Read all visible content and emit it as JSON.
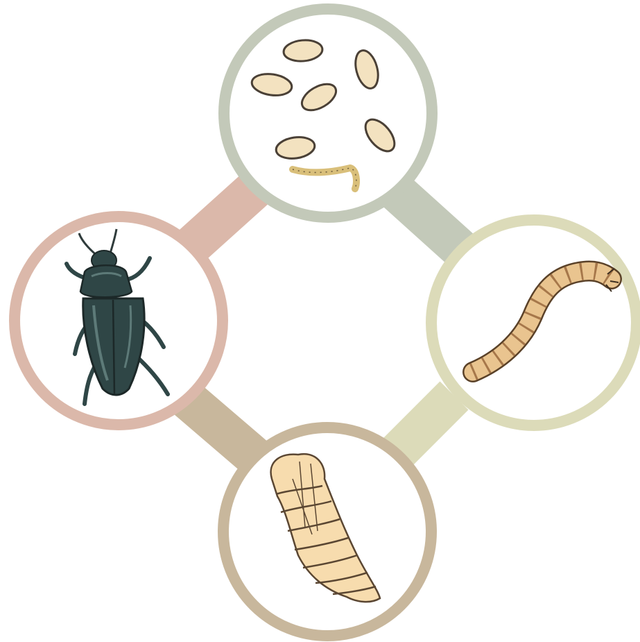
{
  "diagram": {
    "type": "life-cycle",
    "stages": [
      {
        "id": "eggs",
        "icon": "eggs-icon",
        "ring_color": "#c3c9b9",
        "connector_color": "#c3c9b9"
      },
      {
        "id": "larva",
        "icon": "larva-icon",
        "ring_color": "#dcdbb9",
        "connector_color": "#dcdbb9"
      },
      {
        "id": "pupa",
        "icon": "pupa-icon",
        "ring_color": "#c8b79c",
        "connector_color": "#c8b79c"
      },
      {
        "id": "beetle",
        "icon": "beetle-icon",
        "ring_color": "#dbb8aa",
        "connector_color": "#dbb8aa"
      }
    ],
    "colors": {
      "egg_fill": "#f3e2c0",
      "egg_outline": "#4a4036",
      "larva_fill": "#e9c48f",
      "larva_band": "#a6774a",
      "pupa_fill": "#f7dcae",
      "beetle_fill": "#2f4646",
      "beetle_highlight": "#5d7a78"
    }
  }
}
